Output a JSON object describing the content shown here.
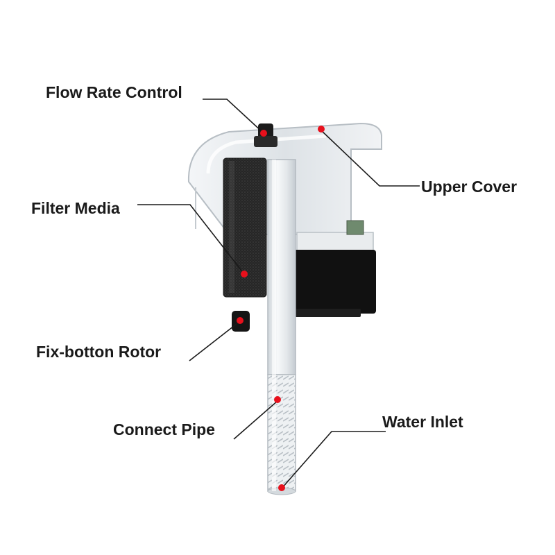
{
  "labels": {
    "flow_rate_control": "Flow Rate Control",
    "upper_cover": "Upper Cover",
    "filter_media": "Filter Media",
    "fix_button_rotor": "Fix-botton Rotor",
    "connect_pipe": "Connect Pipe",
    "water_inlet": "Water Inlet"
  },
  "colors": {
    "marker": "#e8101c",
    "leader_line": "#1a1a1a",
    "housing": "#dfe3e6",
    "motor": "#111111",
    "sponge": "#2a2a2a"
  }
}
